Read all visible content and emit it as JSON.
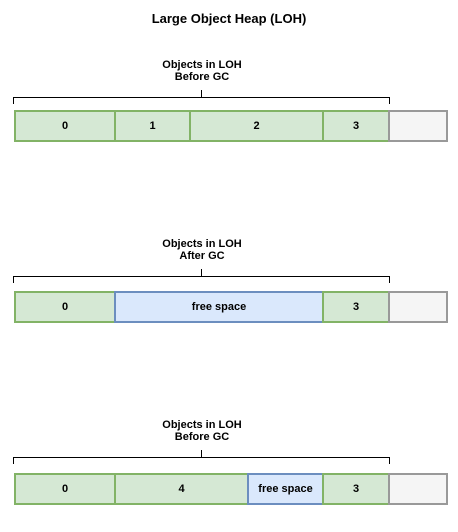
{
  "title": "Large Object Heap (LOH)",
  "panels": [
    {
      "label_line1": "Objects in LOH",
      "label_line2": "Before GC",
      "blocks": [
        "0",
        "1",
        "2",
        "3",
        ""
      ]
    },
    {
      "label_line1": "Objects in LOH",
      "label_line2": "After GC",
      "blocks": [
        "0",
        "free space",
        "3",
        ""
      ]
    },
    {
      "label_line1": "Objects in LOH",
      "label_line2": "Before GC",
      "blocks": [
        "0",
        "4",
        "free space",
        "3",
        ""
      ]
    }
  ],
  "colors": {
    "object_fill": "#d5e8d4",
    "object_border": "#82b366",
    "free_fill": "#dae8fc",
    "free_border": "#6c8ebf",
    "unused_fill": "#f5f5f5",
    "unused_border": "#999999"
  }
}
